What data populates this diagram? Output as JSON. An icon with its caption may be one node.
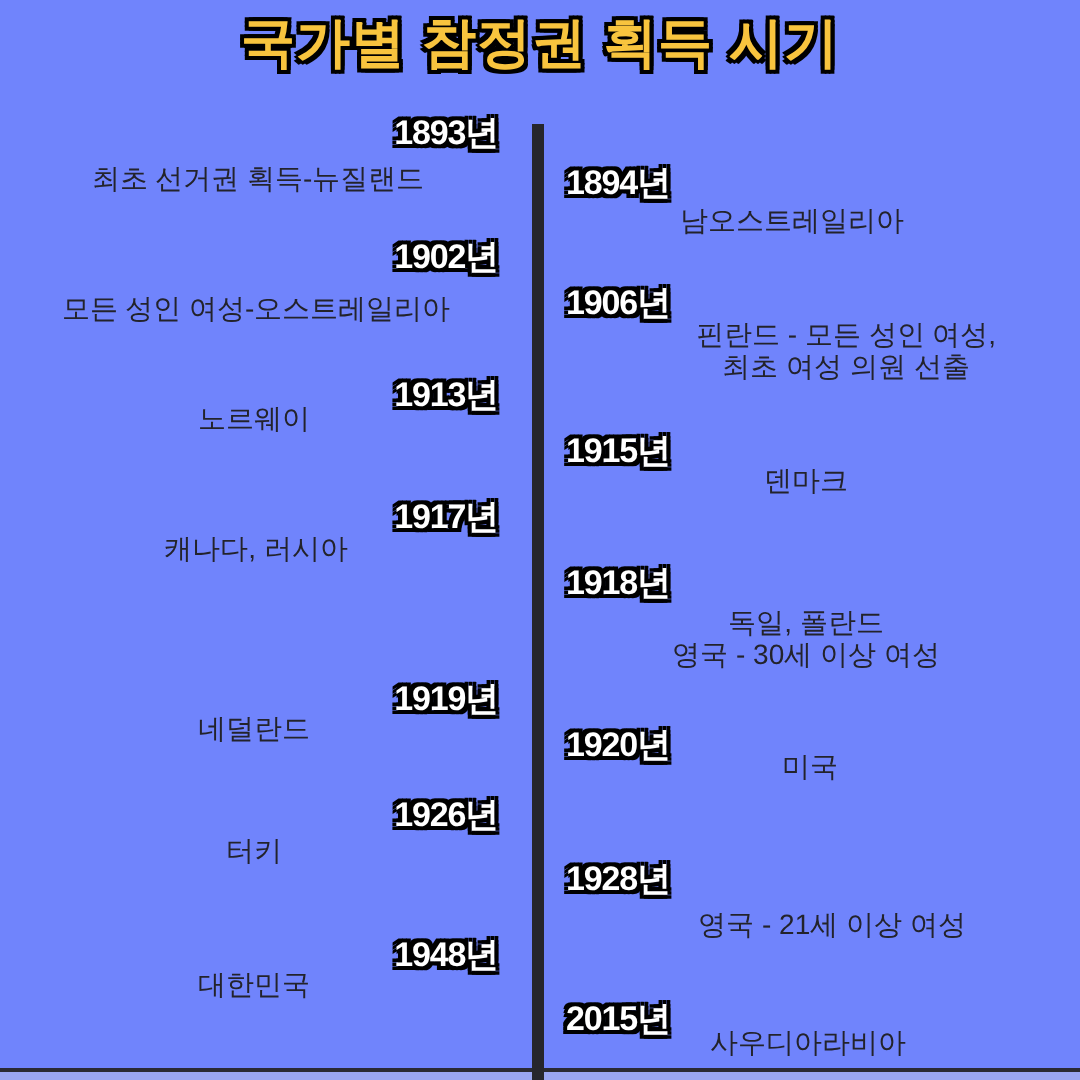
{
  "diagram": {
    "title": "국가별 참정권 획득 시기",
    "labels": [
      "1893년",
      "최초 선거권 획득-뉴질랜드",
      "1894년",
      "남오스트레일리아",
      "1902년",
      "모든 성인 여성-오스트레일리아",
      "1906년",
      "핀란드 - 모든 성인 여성, 최초 여성 의원 선출",
      "1913년",
      "노르웨이",
      "1915년",
      "덴마크",
      "1917년",
      "캐나다, 러시아",
      "1918년",
      "독일, 폴란드",
      "영국 - 30세 이상 여성",
      "1919년",
      "네덜란드",
      "1920년",
      "미국",
      "1926년",
      "터키",
      "1928년",
      "영국 - 21세 이상 여성",
      "1948년",
      "대한민국",
      "2015년",
      "사우디아라비아"
    ]
  }
}
